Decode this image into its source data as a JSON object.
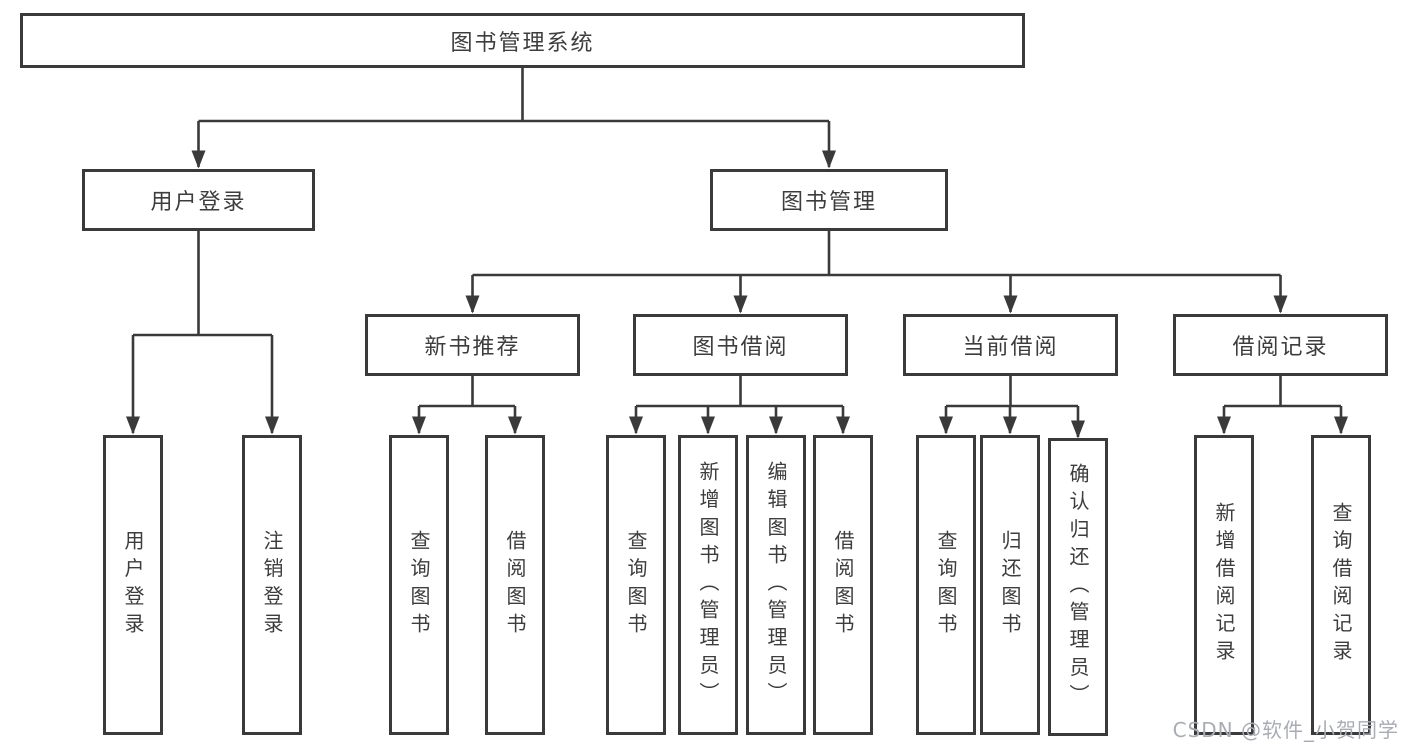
{
  "nodes": {
    "root": {
      "label": "图书管理系统"
    },
    "level2": [
      {
        "label": "用户登录"
      },
      {
        "label": "图书管理"
      }
    ],
    "level3": [
      {
        "label": "新书推荐"
      },
      {
        "label": "图书借阅"
      },
      {
        "label": "当前借阅"
      },
      {
        "label": "借阅记录"
      }
    ],
    "leaves": {
      "login": [
        "用户登录",
        "注销登录"
      ],
      "recommend": [
        "查询图书",
        "借阅图书"
      ],
      "borrow": [
        "查询图书",
        "新增图书（管理员）",
        "编辑图书（管理员）",
        "借阅图书"
      ],
      "current": [
        "查询图书",
        "归还图书",
        "确认归还（管理员）"
      ],
      "records": [
        "新增借阅记录",
        "查询借阅记录"
      ]
    }
  },
  "watermark": "CSDN @软件_小贺同学",
  "colors": {
    "line": "#3a3a3a",
    "text": "#3d3d3d",
    "background": "#ffffff",
    "watermark": "#a9adb3"
  }
}
